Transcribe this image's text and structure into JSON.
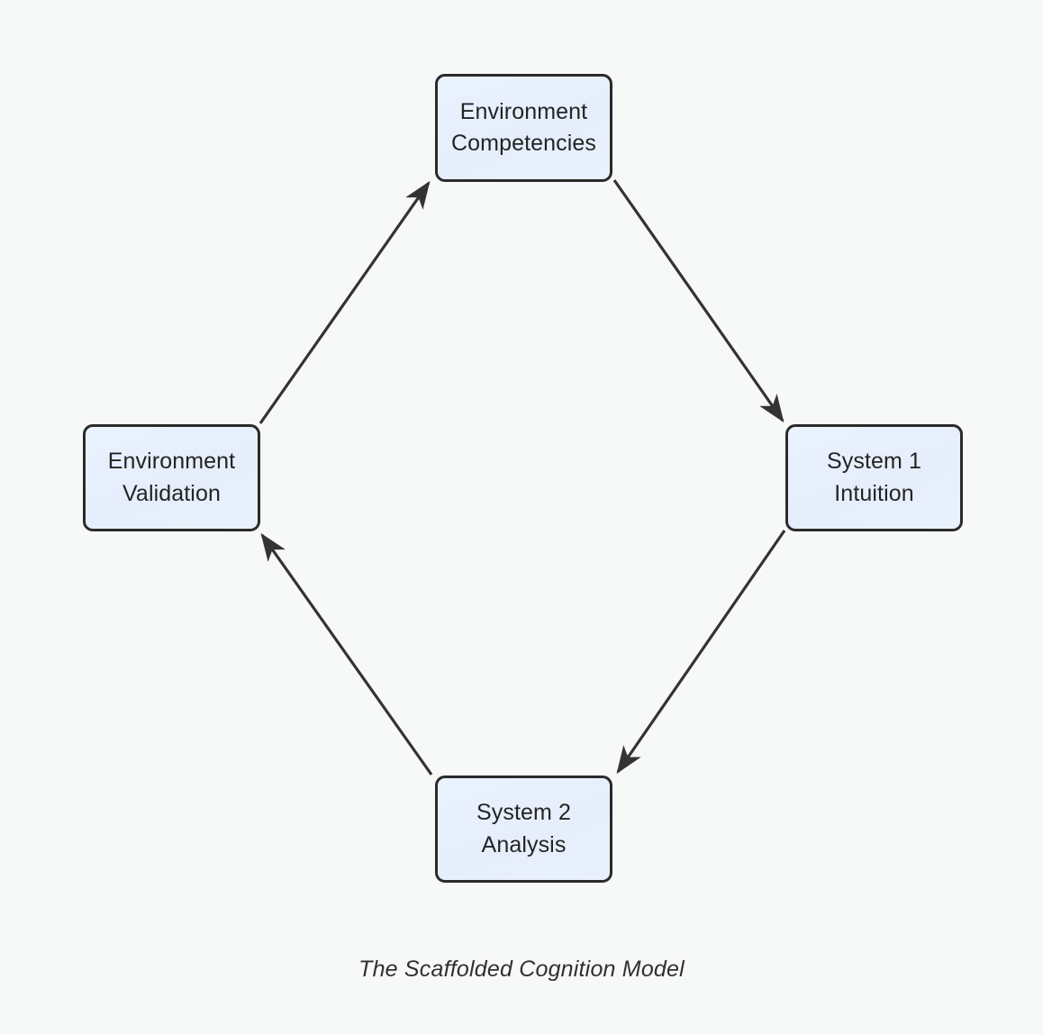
{
  "diagram": {
    "title": "The Scaffolded Cognition Model",
    "type": "cycle-flowchart",
    "background_color": "#f7f8f8",
    "node_fill_color": "#e9f1fd",
    "node_border_color": "#2b2b2b",
    "edge_color": "#333333",
    "text_color": "#242424",
    "nodes": [
      {
        "id": "environment-competencies",
        "line1": "Environment",
        "line2": "Competencies",
        "position": "top"
      },
      {
        "id": "system-1-intuition",
        "line1": "System 1",
        "line2": "Intuition",
        "position": "right"
      },
      {
        "id": "system-2-analysis",
        "line1": "System 2",
        "line2": "Analysis",
        "position": "bottom"
      },
      {
        "id": "environment-validation",
        "line1": "Environment",
        "line2": "Validation",
        "position": "left"
      }
    ],
    "edges": [
      {
        "from": "environment-competencies",
        "to": "system-1-intuition",
        "arrow": "filled-triangle"
      },
      {
        "from": "system-1-intuition",
        "to": "system-2-analysis",
        "arrow": "filled-triangle"
      },
      {
        "from": "system-2-analysis",
        "to": "environment-validation",
        "arrow": "filled-triangle"
      },
      {
        "from": "environment-validation",
        "to": "environment-competencies",
        "arrow": "filled-triangle"
      }
    ]
  }
}
